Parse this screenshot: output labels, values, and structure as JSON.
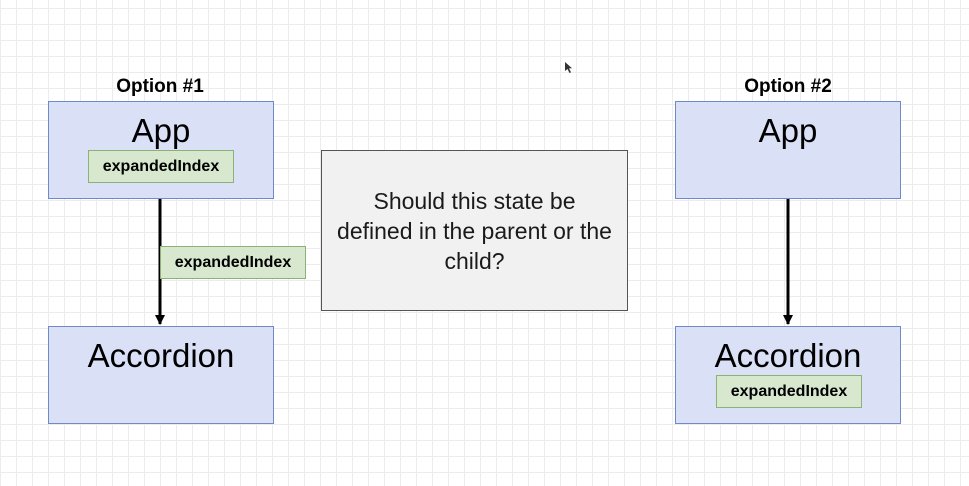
{
  "option1": {
    "title": "Option #1",
    "parent": {
      "label": "App",
      "state_chip": "expandedIndex"
    },
    "edge_chip": "expandedIndex",
    "child": {
      "label": "Accordion"
    }
  },
  "option2": {
    "title": "Option #2",
    "parent": {
      "label": "App"
    },
    "child": {
      "label": "Accordion",
      "state_chip": "expandedIndex"
    }
  },
  "question": "Should this state be defined in the parent or the child?",
  "colors": {
    "node_fill": "#dae1f7",
    "node_border": "#7089c9",
    "chip_fill": "#d7e8cf",
    "chip_border": "#8cb076",
    "question_fill": "#f1f1f1"
  }
}
